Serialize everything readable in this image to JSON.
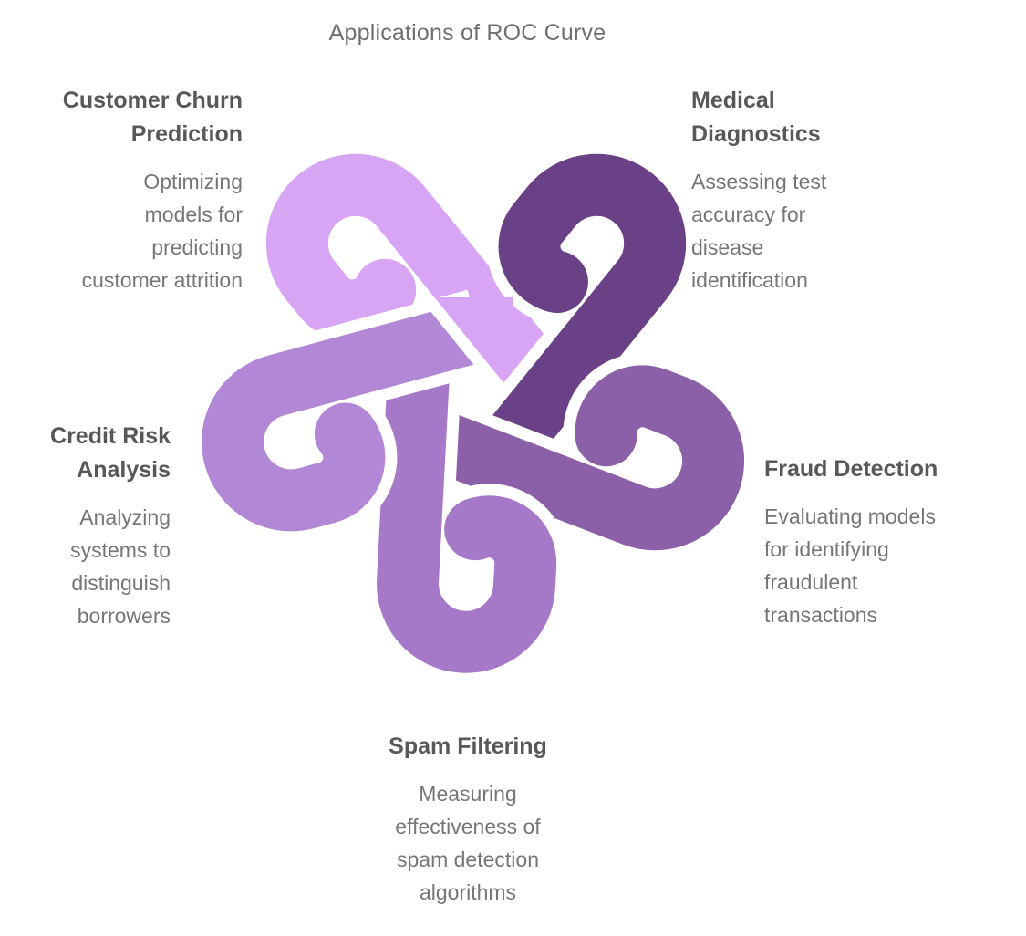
{
  "title": "Applications of ROC Curve",
  "items": [
    {
      "id": "customer-churn-prediction",
      "heading": "Customer Churn\nPrediction",
      "description": "Optimizing\nmodels for\npredicting\ncustomer attrition",
      "color": "#d8a4f4"
    },
    {
      "id": "medical-diagnostics",
      "heading": "Medical\nDiagnostics",
      "description": "Assessing test\naccuracy for\ndisease\nidentification",
      "color": "#6a4087"
    },
    {
      "id": "fraud-detection",
      "heading": "Fraud Detection",
      "description": "Evaluating models\nfor identifying\nfraudulent\ntransactions",
      "color": "#8c60a9"
    },
    {
      "id": "spam-filtering",
      "heading": "Spam Filtering",
      "description": "Measuring\neffectiveness of\nspam detection\nalgorithms",
      "color": "#a678c8"
    },
    {
      "id": "credit-risk-analysis",
      "heading": "Credit Risk\nAnalysis",
      "description": "Analyzing\nsystems to\ndistinguish\nborrowers",
      "color": "#b287d6"
    }
  ],
  "knot": {
    "colors": {
      "top_left": "#d8a4f4",
      "top_right": "#6a4087",
      "right": "#8c60a9",
      "bottom": "#a678c8",
      "left": "#b287d6"
    },
    "outline": "#ffffff"
  }
}
